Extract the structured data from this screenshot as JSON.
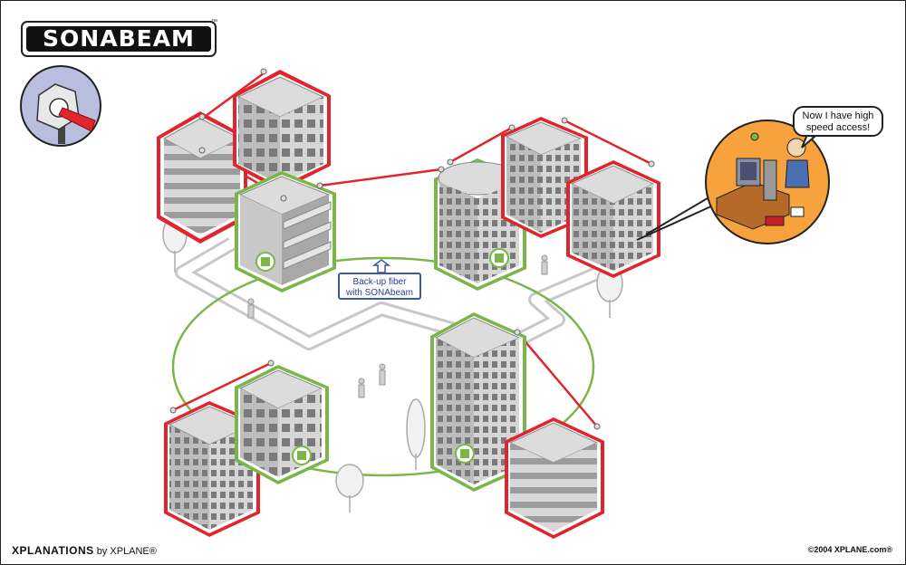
{
  "brand": {
    "logo_text": "SONABEAM",
    "trademark": "™"
  },
  "diagram": {
    "callout_line1": "Back-up fiber",
    "callout_line2": "with SONAbeam",
    "speech_line1": "Now I have high",
    "speech_line2": "speed access!"
  },
  "footer": {
    "brand_main": "XPLANATIONS",
    "brand_by": "by XPLANE®",
    "copyright": "©2004 XPLANE.com®"
  },
  "colors": {
    "link_red": "#e0262c",
    "fiber_green": "#7ab648",
    "building_gray": "#bdbdbd",
    "window_gray": "#7a7a7a",
    "callout_blue": "#3b57a6",
    "scene_orange": "#f7a23c",
    "badge_blue": "#b9bedf"
  }
}
